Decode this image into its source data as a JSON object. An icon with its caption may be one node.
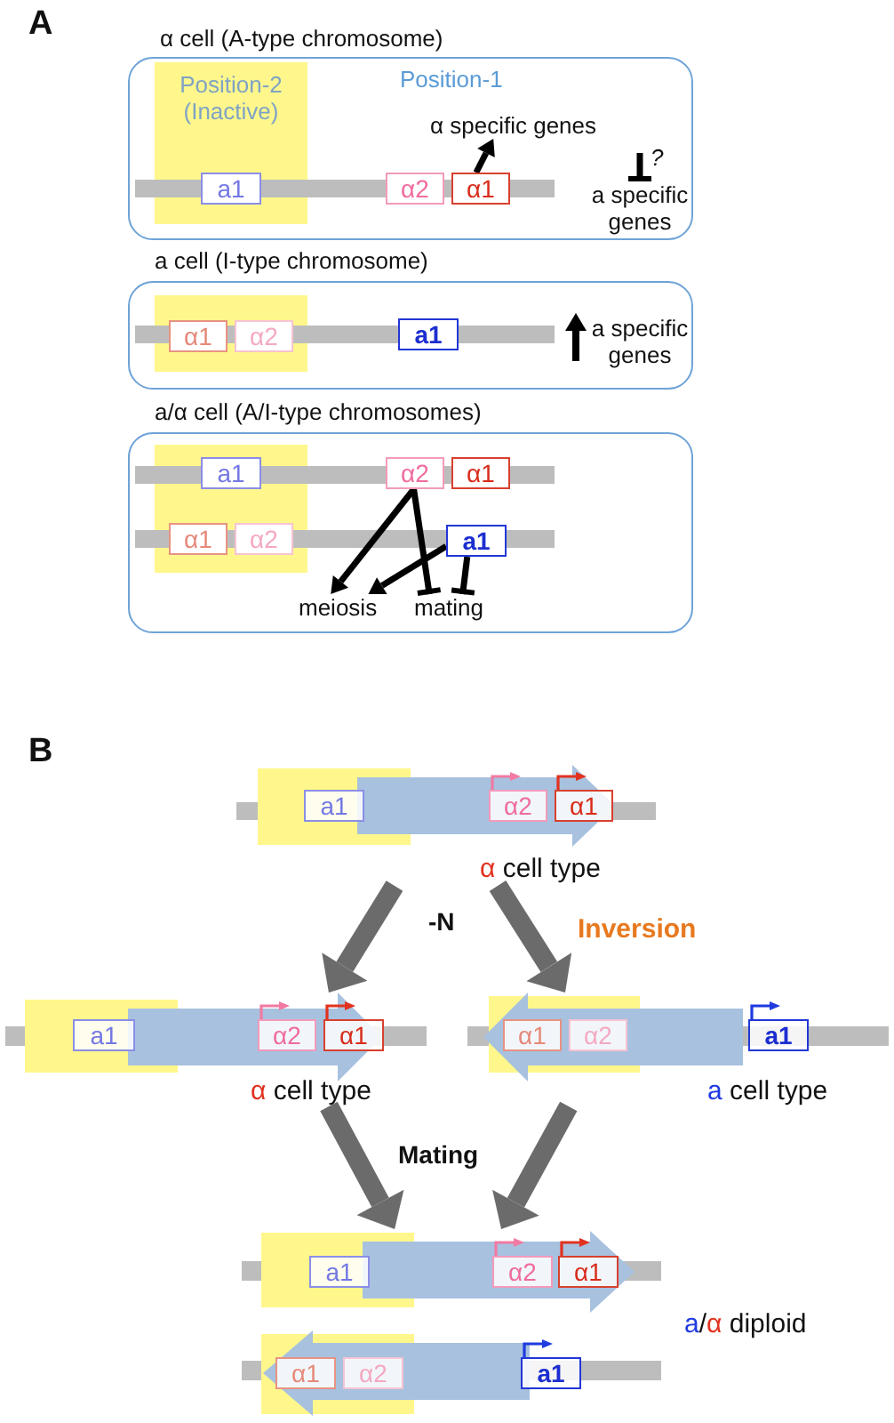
{
  "diagram": {
    "nodes": [
      {
        "text": [
          "α cell (A-type chromosome)",
          "Position-1"
        ]
      },
      {
        "text": [
          "Position-2 (Inactive)"
        ],
        "in": 0
      },
      {
        "text": [
          "a1"
        ],
        "in": 1
      },
      {
        "text": [
          "α2"
        ],
        "in": 0
      },
      {
        "text": [
          "α1"
        ],
        "in": 0
      },
      {
        "text": [
          "α specific genes"
        ],
        "in": 0
      },
      {
        "text": [
          "a specific genes"
        ],
        "in": 0
      },
      {
        "text": [
          "a cell (I-type chromosome)"
        ]
      },
      {
        "text": [],
        "shape": "box",
        "in": 7
      },
      {
        "text": [
          "α1"
        ],
        "in": 8
      },
      {
        "text": [
          "α2"
        ],
        "in": 8
      },
      {
        "text": [
          "a1"
        ],
        "in": 7
      },
      {
        "text": [
          "a/α cell (A/I-type chromosomes)"
        ]
      },
      {
        "text": [],
        "shape": "box",
        "in": 12
      },
      {
        "text": [
          "a1"
        ],
        "in": 13
      },
      {
        "text": [
          "α2"
        ],
        "in": 12
      },
      {
        "text": [
          "α1"
        ],
        "in": 12
      },
      {
        "text": [
          "α1"
        ],
        "in": 13
      },
      {
        "text": [
          "α2"
        ],
        "in": 13
      },
      {
        "text": [
          "a1"
        ],
        "in": 12
      },
      {
        "text": [
          "meiosis"
        ],
        "in": 12
      },
      {
        "text": [
          "mating"
        ],
        "in": 12
      },
      {
        "text": [
          "α cell type"
        ]
      },
      {
        "text": [
          "a1"
        ]
      },
      {
        "text": [
          "α2"
        ],
        "in": 22
      },
      {
        "text": [
          "α1"
        ],
        "in": 22
      },
      {
        "text": [
          "α cell type"
        ]
      },
      {
        "text": [
          "a1"
        ]
      },
      {
        "text": [
          "α2"
        ],
        "in": 26
      },
      {
        "text": [
          "α1"
        ],
        "in": 26
      },
      {
        "text": [
          "a cell type"
        ]
      },
      {
        "text": [
          "α1"
        ],
        "in": 30
      },
      {
        "text": [
          "α2"
        ],
        "in": 30
      },
      {
        "text": [
          "a1"
        ]
      },
      {
        "text": [
          "a/α diploid"
        ]
      },
      {
        "text": [
          "a1"
        ],
        "in": 34
      },
      {
        "text": [
          "α2"
        ],
        "in": 34
      },
      {
        "text": [
          "α1"
        ],
        "in": 34
      },
      {
        "text": [
          "α1"
        ],
        "in": 34
      },
      {
        "text": [
          "α2"
        ],
        "in": 34
      },
      {
        "text": [
          "a1"
        ],
        "in": 34
      }
    ],
    "edges": [
      {
        "from": 4,
        "to": 5,
        "arrow": "to"
      },
      {
        "from": null,
        "to": 6,
        "arrow": "other",
        "label": "?"
      },
      {
        "from": 15,
        "to": 20,
        "arrow": "to"
      },
      {
        "from": 15,
        "to": 21,
        "arrow": "other"
      },
      {
        "from": 19,
        "to": 20,
        "arrow": "to"
      },
      {
        "from": 19,
        "to": 21,
        "arrow": "other"
      },
      {
        "from": 22,
        "to": 26,
        "arrow": "to",
        "style": "thick",
        "color": "#6b6b6b"
      },
      {
        "from": 22,
        "to": 30,
        "arrow": "to",
        "label": "Inversion",
        "style": "thick",
        "color": "#6b6b6b"
      },
      {
        "from": 26,
        "to": 34,
        "arrow": "to",
        "style": "thick",
        "color": "#6b6b6b"
      },
      {
        "from": 30,
        "to": 34,
        "arrow": "to",
        "style": "thick",
        "color": "#6b6b6b"
      }
    ],
    "labels": [
      "A",
      "a specific genes",
      "B",
      "-N",
      "Mating"
    ]
  }
}
